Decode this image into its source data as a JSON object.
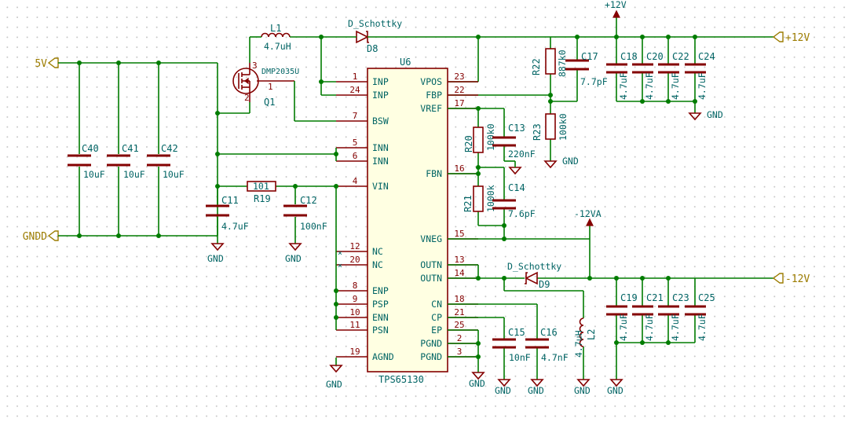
{
  "ic": {
    "ref": "U6",
    "value": "TPS65130",
    "left_pins": [
      {
        "num": "1",
        "name": "INP"
      },
      {
        "num": "24",
        "name": "INP"
      },
      {
        "num": "7",
        "name": "BSW"
      },
      {
        "num": "5",
        "name": "INN"
      },
      {
        "num": "6",
        "name": "INN"
      },
      {
        "num": "4",
        "name": "VIN"
      },
      {
        "num": "12",
        "name": "NC"
      },
      {
        "num": "20",
        "name": "NC"
      },
      {
        "num": "8",
        "name": "ENP"
      },
      {
        "num": "9",
        "name": "PSP"
      },
      {
        "num": "10",
        "name": "ENN"
      },
      {
        "num": "11",
        "name": "PSN"
      },
      {
        "num": "19",
        "name": "AGND"
      }
    ],
    "right_pins": [
      {
        "num": "23",
        "name": "VPOS"
      },
      {
        "num": "22",
        "name": "FBP"
      },
      {
        "num": "17",
        "name": "VREF"
      },
      {
        "num": "16",
        "name": "FBN"
      },
      {
        "num": "15",
        "name": "VNEG"
      },
      {
        "num": "13",
        "name": "OUTN"
      },
      {
        "num": "14",
        "name": "OUTN"
      },
      {
        "num": "18",
        "name": "CN"
      },
      {
        "num": "21",
        "name": "CP"
      },
      {
        "num": "25",
        "name": "EP"
      },
      {
        "num": "2",
        "name": "PGND"
      },
      {
        "num": "3",
        "name": "PGND"
      }
    ]
  },
  "labels": {
    "in_5v": "5V",
    "in_gnd": "GNDD",
    "out_p12": "+12V",
    "out_m12": "-12V",
    "pwr_p12": "+12V",
    "pwr_m12va": "-12VA",
    "gnd": "GND"
  },
  "parts": {
    "L1": {
      "ref": "L1",
      "value": "4.7uH"
    },
    "L2": {
      "ref": "L2",
      "value": "4.7uH"
    },
    "D8": {
      "ref": "D8",
      "value": "D_Schottky"
    },
    "D9": {
      "ref": "D9",
      "value": "D_Schottky"
    },
    "Q1": {
      "ref": "Q1",
      "value": "DMP2035U",
      "pin3": "3",
      "pin2": "2",
      "pin1": "1"
    },
    "R19": {
      "ref": "R19",
      "value": "101"
    },
    "R20": {
      "ref": "R20",
      "value": "100k0"
    },
    "R21": {
      "ref": "R21",
      "value": "1000k"
    },
    "R22": {
      "ref": "R22",
      "value": "887k0"
    },
    "R23": {
      "ref": "R23",
      "value": "100k0"
    },
    "C11": {
      "ref": "C11",
      "value": "4.7uF"
    },
    "C12": {
      "ref": "C12",
      "value": "100nF"
    },
    "C13": {
      "ref": "C13",
      "value": "220nF"
    },
    "C14": {
      "ref": "C14",
      "value": "7.6pF"
    },
    "C15": {
      "ref": "C15",
      "value": "10nF"
    },
    "C16": {
      "ref": "C16",
      "value": "4.7nF"
    },
    "C17": {
      "ref": "C17",
      "value": "7.7pF"
    },
    "C18": {
      "ref": "C18",
      "value": "4.7uF"
    },
    "C19": {
      "ref": "C19",
      "value": "4.7uF"
    },
    "C20": {
      "ref": "C20",
      "value": "4.7uF"
    },
    "C21": {
      "ref": "C21",
      "value": "4.7uF"
    },
    "C22": {
      "ref": "C22",
      "value": "4.7uF"
    },
    "C23": {
      "ref": "C23",
      "value": "4.7uF"
    },
    "C24": {
      "ref": "C24",
      "value": "4.7uF"
    },
    "C25": {
      "ref": "C25",
      "value": "4.7uF"
    },
    "C40": {
      "ref": "C40",
      "value": "10uF"
    },
    "C41": {
      "ref": "C41",
      "value": "10uF"
    },
    "C42": {
      "ref": "C42",
      "value": "10uF"
    }
  }
}
